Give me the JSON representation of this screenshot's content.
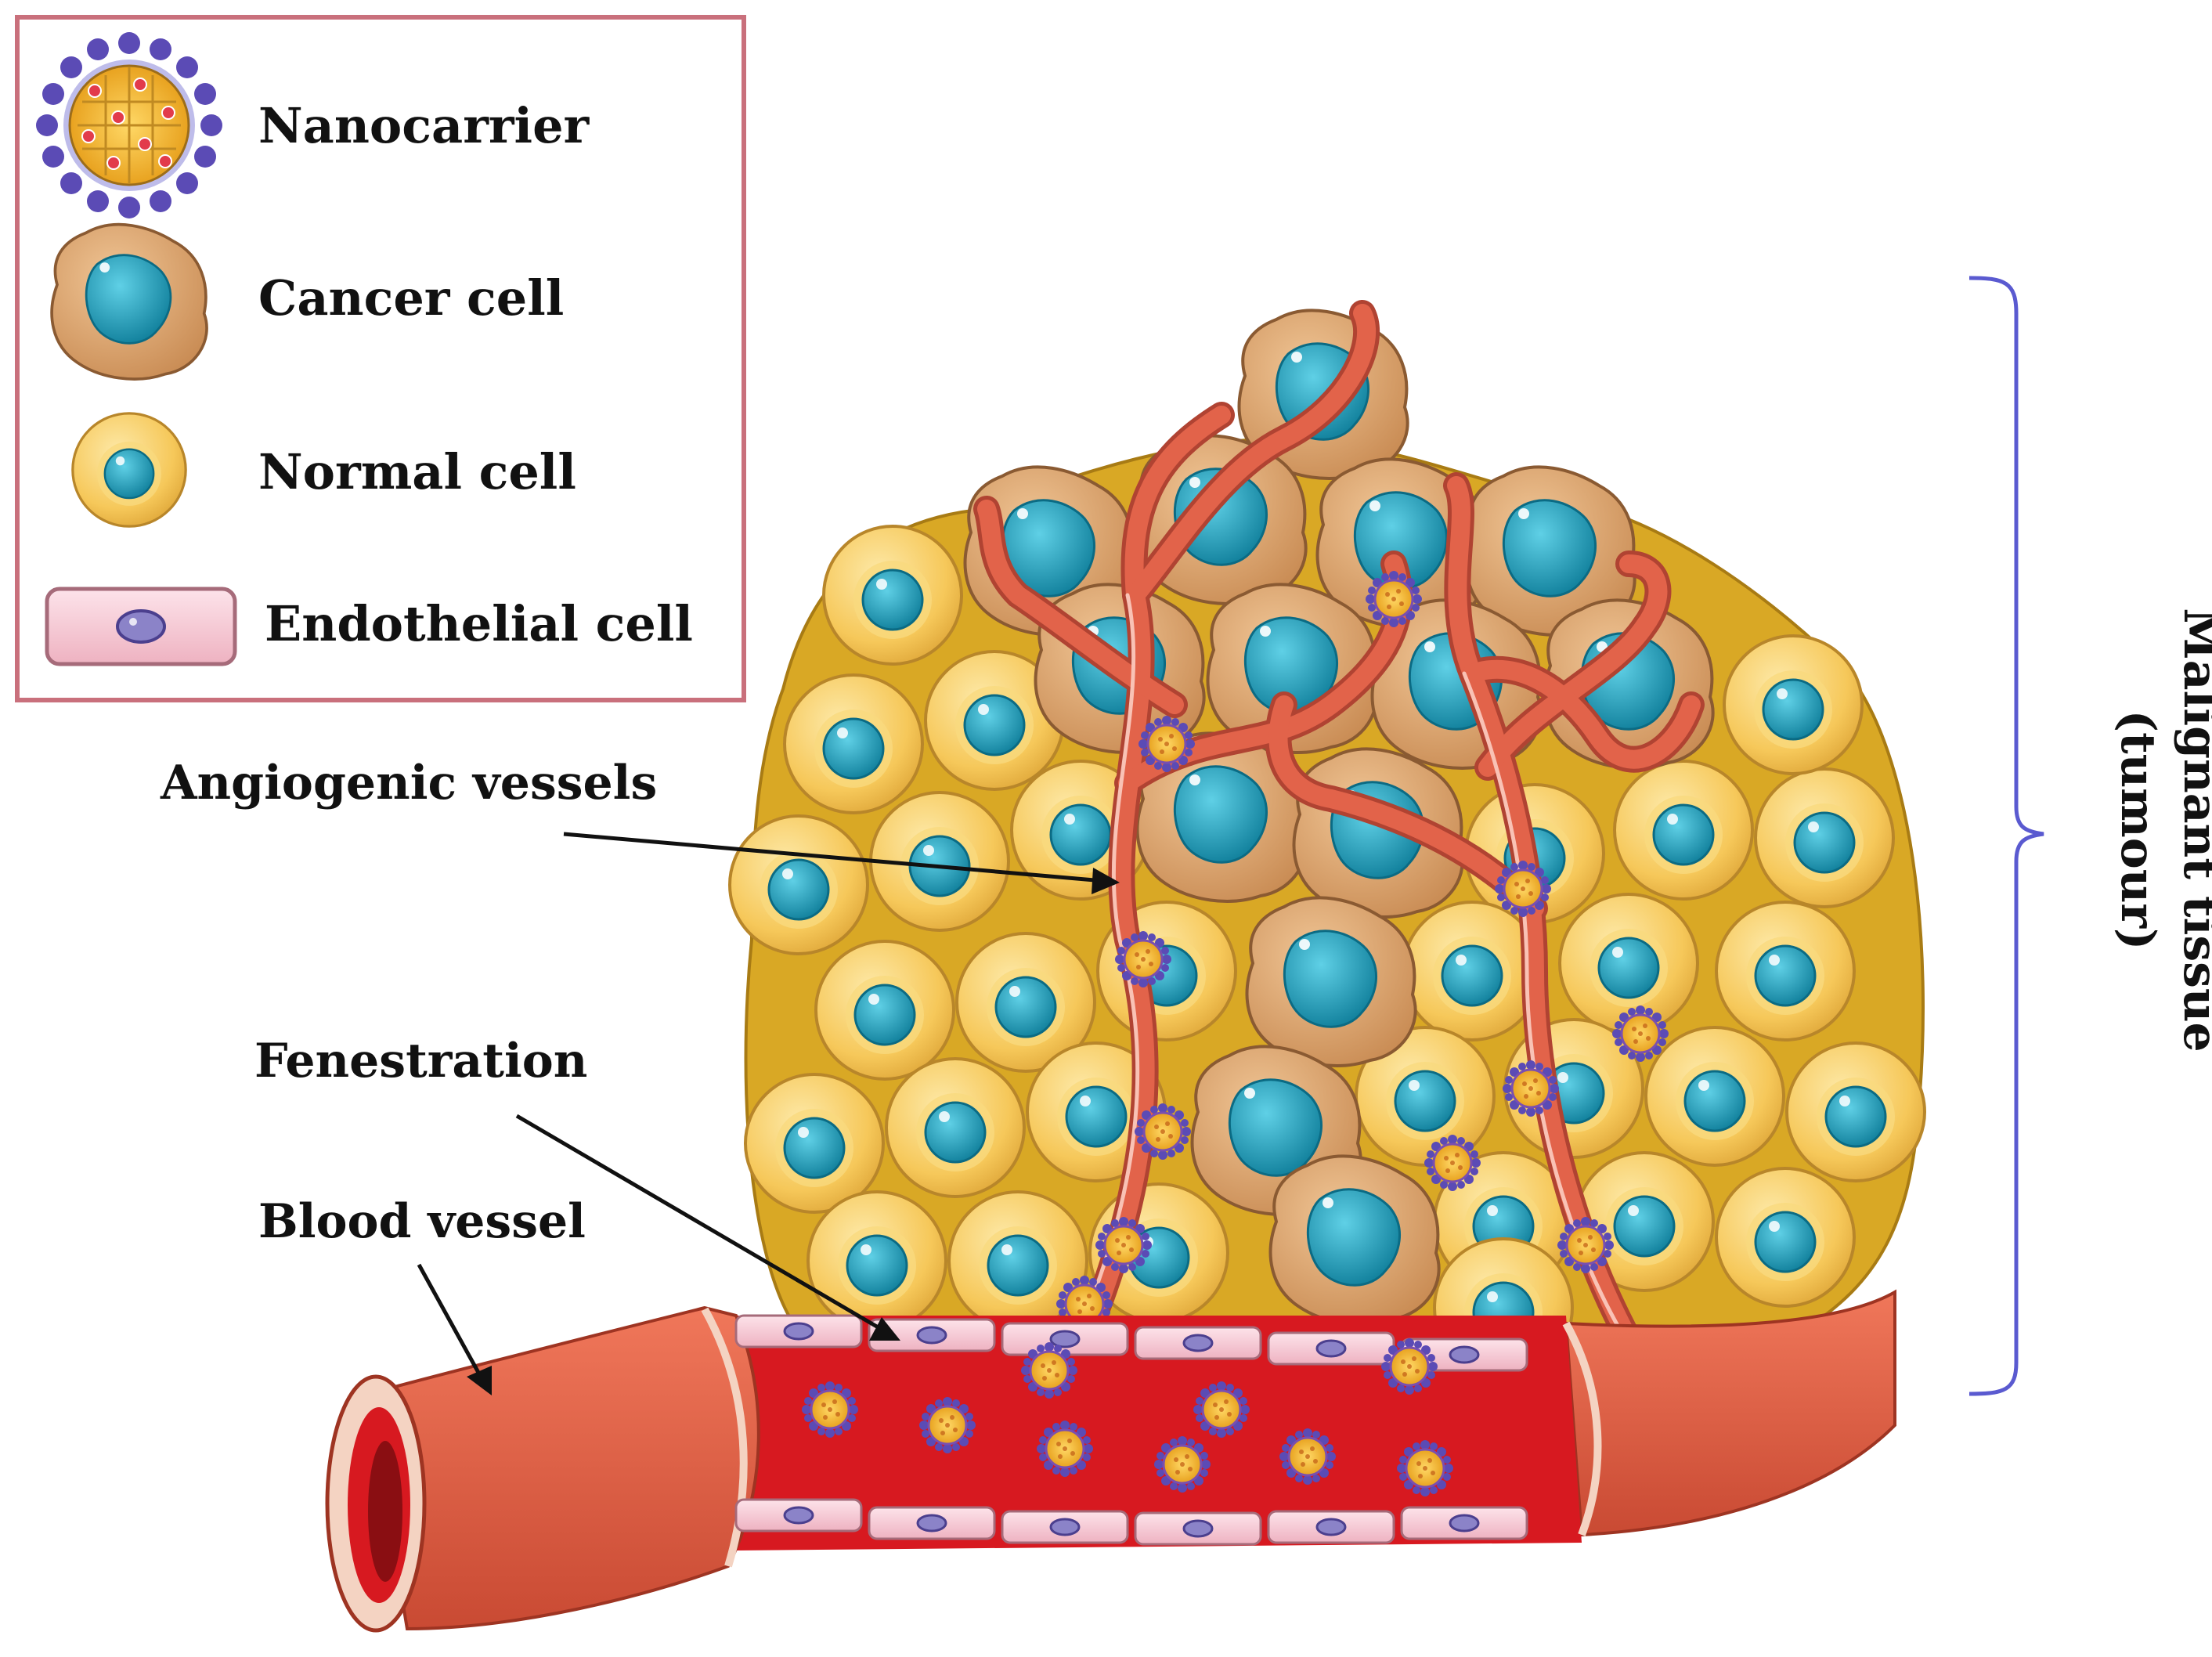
{
  "legend": {
    "items": [
      {
        "icon": "nanocarrier-icon",
        "label": "Nanocarrier"
      },
      {
        "icon": "cancer-cell-icon",
        "label": "Cancer cell"
      },
      {
        "icon": "normal-cell-icon",
        "label": "Normal cell"
      },
      {
        "icon": "endothelial-cell-icon",
        "label": "Endothelial cell"
      }
    ],
    "border_color": "#c9707c"
  },
  "callouts": {
    "angiogenic": "Angiogenic vessels",
    "fenestration": "Fenestration",
    "blood_vessel": "Blood vessel"
  },
  "bracket_label": {
    "line1": "Malignant tissue",
    "line2": "(tumour)"
  },
  "colors": {
    "normal_cell": "#f6c85a",
    "cancer_cell": "#d9a06a",
    "nucleus": "#1ea3bf",
    "vessel_wall": "#e2634a",
    "blood": "#d71920",
    "endothelial": "#f6c7d2",
    "nanocarrier_core": "#f5b83a",
    "nanocarrier_shell": "#5b4bb5",
    "bracket": "#5a5ad0"
  }
}
